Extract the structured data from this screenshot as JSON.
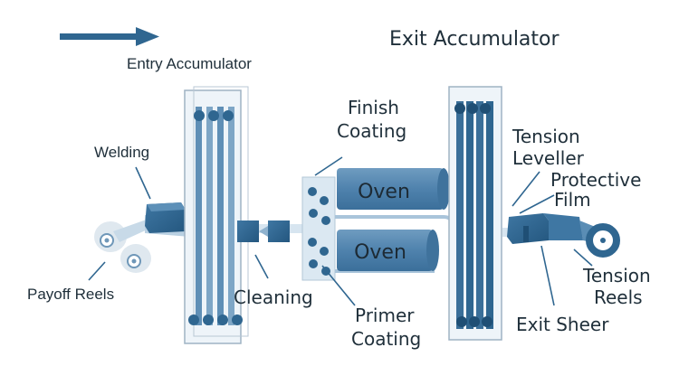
{
  "diagram": {
    "labels": {
      "entry_accumulator": "Entry Accumulator",
      "exit_accumulator": "Exit Accumulator",
      "welding": "Welding",
      "payoff_reels": "Payoff Reels",
      "cleaning": "Cleaning",
      "finish_coating_line1": "Finish",
      "finish_coating_line2": "Coating",
      "oven_top": "Oven",
      "oven_bottom": "Oven",
      "primer_coating_line1": "Primer",
      "primer_coating_line2": "Coating",
      "tension_leveller_line1": "Tension",
      "tension_leveller_line2": "Leveller",
      "protective_film_line1": "Protective",
      "protective_film_line2": "Film",
      "tension_reels_line1": "Tension",
      "tension_reels_line2": "Reels",
      "exit_sheer": "Exit Sheer"
    },
    "colors": {
      "steel_blue": "#2f6690",
      "dark_blue": "#1f4f75",
      "light_blue": "#cfe0ee",
      "frame": "#9fb3c4",
      "label_text": "#1f2f3a"
    },
    "icons": {
      "direction_arrow": "arrow-right-icon"
    }
  }
}
